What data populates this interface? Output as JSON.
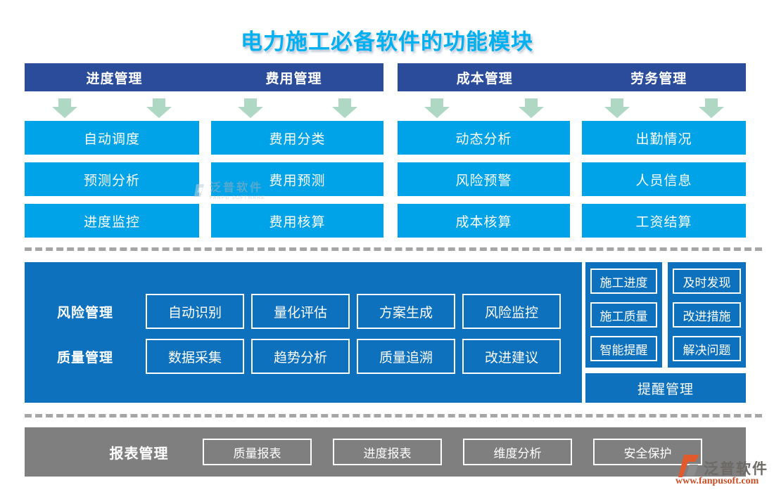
{
  "title": "电力施工必备软件的功能模块",
  "top": {
    "groups": [
      {
        "header": "进度管理",
        "items": [
          "自动调度",
          "预测分析",
          "进度监控"
        ]
      },
      {
        "header": "费用管理",
        "items": [
          "费用分类",
          "费用预测",
          "费用核算"
        ]
      },
      {
        "header": "成本管理",
        "items": [
          "动态分析",
          "风险预警",
          "成本核算"
        ]
      },
      {
        "header": "劳务管理",
        "items": [
          "出勤情况",
          "人员信息",
          "工资结算"
        ]
      }
    ]
  },
  "middle": {
    "rows": [
      {
        "label": "风险管理",
        "items": [
          "自动识别",
          "量化评估",
          "方案生成",
          "风险监控"
        ]
      },
      {
        "label": "质量管理",
        "items": [
          "数据采集",
          "趋势分析",
          "质量追溯",
          "改进建议"
        ]
      }
    ],
    "side_panels": [
      {
        "items": [
          "施工进度",
          "施工质量",
          "智能提醒"
        ]
      },
      {
        "items": [
          "及时发现",
          "改进措施",
          "解决问题"
        ]
      }
    ],
    "reminder_label": "提醒管理"
  },
  "bottom": {
    "label": "报表管理",
    "items": [
      "质量报表",
      "进度报表",
      "维度分析",
      "安全保护"
    ]
  },
  "watermark": {
    "center_text": "泛普软件",
    "center_sub": "FANPU SOFTWARE",
    "brand_name": "泛普软件",
    "brand_url": "www.fanpusoft.com"
  },
  "colors": {
    "title_cyan": "#00B0F0",
    "header_bar_blue": "#2B4C9B",
    "feature_box_blue": "#00A3E8",
    "panel_blue": "#0D71BD",
    "arrow_green": "#AFD8C4",
    "gray_bar": "#7F7F7F",
    "dash_gray": "#A6A6A6",
    "brand_orange": "#E2592B",
    "brand_url_red": "#C94E26"
  }
}
